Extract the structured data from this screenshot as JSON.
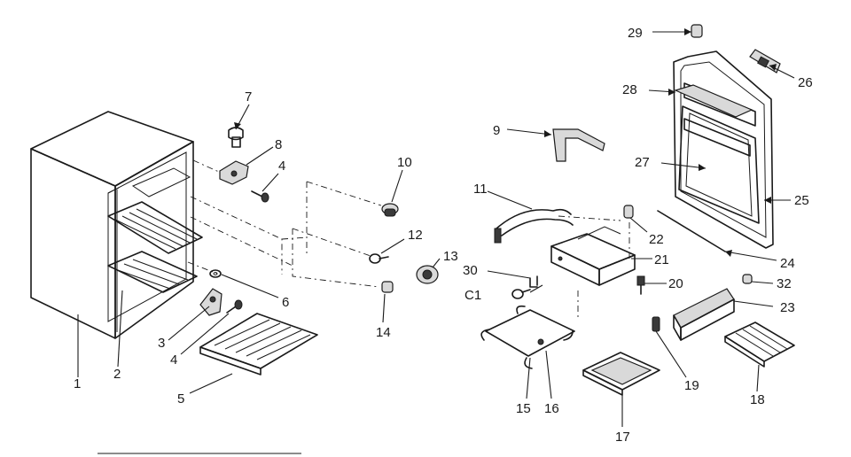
{
  "callouts": [
    {
      "key": "p1",
      "text": "1"
    },
    {
      "key": "p2",
      "text": "2"
    },
    {
      "key": "p3",
      "text": "3"
    },
    {
      "key": "p4a",
      "text": "4"
    },
    {
      "key": "p4b",
      "text": "4"
    },
    {
      "key": "p5",
      "text": "5"
    },
    {
      "key": "p6",
      "text": "6"
    },
    {
      "key": "p7",
      "text": "7"
    },
    {
      "key": "p8",
      "text": "8"
    },
    {
      "key": "p9",
      "text": "9"
    },
    {
      "key": "p10",
      "text": "10"
    },
    {
      "key": "p11",
      "text": "11"
    },
    {
      "key": "p12",
      "text": "12"
    },
    {
      "key": "p13",
      "text": "13"
    },
    {
      "key": "p14",
      "text": "14"
    },
    {
      "key": "p15",
      "text": "15"
    },
    {
      "key": "p16",
      "text": "16"
    },
    {
      "key": "p17",
      "text": "17"
    },
    {
      "key": "p18",
      "text": "18"
    },
    {
      "key": "p19",
      "text": "19"
    },
    {
      "key": "p20",
      "text": "20"
    },
    {
      "key": "p21",
      "text": "21"
    },
    {
      "key": "p22",
      "text": "22"
    },
    {
      "key": "p23",
      "text": "23"
    },
    {
      "key": "p24",
      "text": "24"
    },
    {
      "key": "p25",
      "text": "25"
    },
    {
      "key": "p26",
      "text": "26"
    },
    {
      "key": "p27",
      "text": "27"
    },
    {
      "key": "p28",
      "text": "28"
    },
    {
      "key": "p29",
      "text": "29"
    },
    {
      "key": "p30",
      "text": "30"
    },
    {
      "key": "p31",
      "text": "C1"
    },
    {
      "key": "p32",
      "text": "32"
    }
  ]
}
